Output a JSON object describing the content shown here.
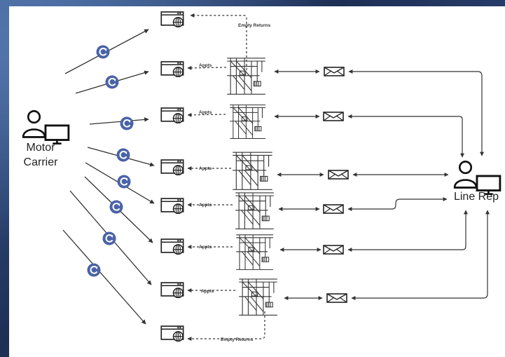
{
  "actors": {
    "motor_carrier": {
      "line1": "Motor",
      "line2": "Carrier"
    },
    "line_rep": {
      "label": "Line Rep"
    }
  },
  "labels": {
    "appts": "Appts",
    "empty_returns_top": "Empty Returns",
    "empty_returns_bottom": "Empty Returns"
  },
  "colors": {
    "accent": "#4a63a8",
    "line": "#333333",
    "panel": "#ffffff"
  }
}
